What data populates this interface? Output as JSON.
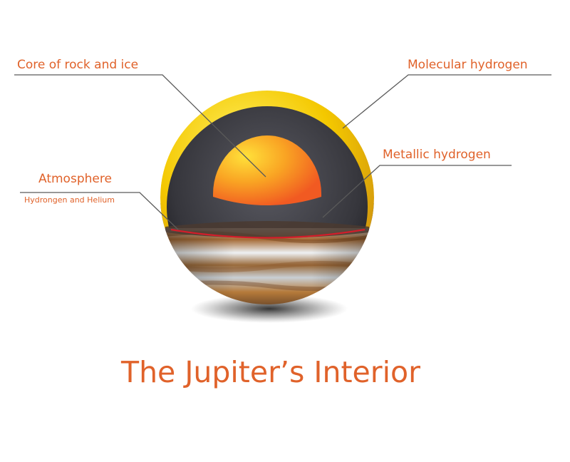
{
  "labels": {
    "core": "Core of rock and ice",
    "molecular": "Molecular hydrogen",
    "metallic": "Metallic hydrogen",
    "atmosphere": "Atmosphere",
    "atmosphere_sub": "Hydrongen and Helium"
  },
  "title": "The Jupiter’s Interior",
  "colors": {
    "label": "#e0622a",
    "leader_line": "#5a5a5a",
    "outer_shell": "#f4c800",
    "molecular_layer": "#3a3a40",
    "core": "#f15a22",
    "core_highlight": "#ffd21e"
  }
}
